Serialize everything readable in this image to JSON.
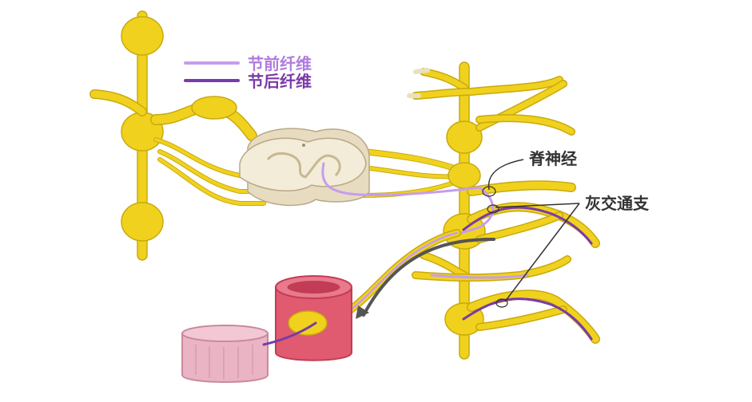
{
  "legend": {
    "preganglionic_label": "节前纤维",
    "postganglionic_label": "节后纤维"
  },
  "labels": {
    "spinal_nerve": "脊神经",
    "gray_ramus": "灰交通支"
  },
  "colors": {
    "nerve": "#f0d21e",
    "nerve_stroke": "#c9a90c",
    "preganglionic": "#c79cf0",
    "postganglionic": "#7a3aa8",
    "vessel": "#e05a70",
    "vessel_dark": "#c23c55",
    "muscle": "#eab4c4",
    "cord": "#f3ecd8",
    "arrow": "#555555"
  }
}
